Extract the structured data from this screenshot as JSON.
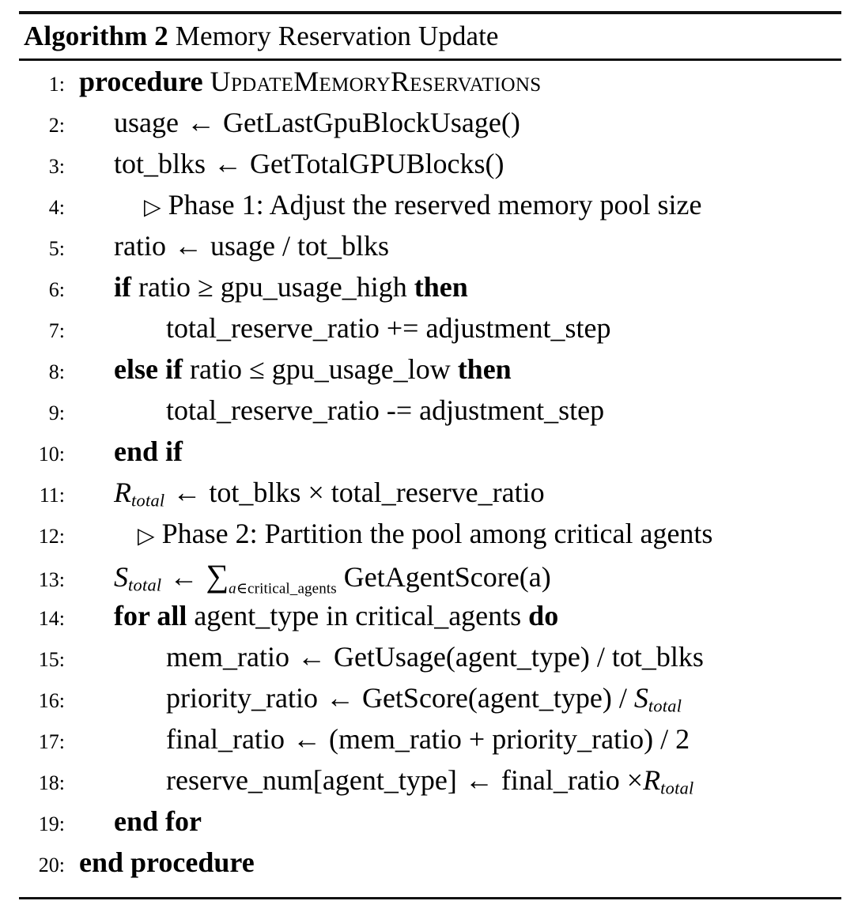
{
  "algorithm": {
    "keyword": "Algorithm",
    "number": "2",
    "title": "Memory Reservation Update",
    "lines": [
      {
        "n": "1:",
        "indent": 0,
        "text": "procedure UpdateMemoryReservations"
      },
      {
        "n": "2:",
        "indent": 1,
        "text": "usage ← GetLastGpuBlockUsage()"
      },
      {
        "n": "3:",
        "indent": 1,
        "text": "tot_blks ← GetTotalGPUBlocks()"
      },
      {
        "n": "4:",
        "indent": 2,
        "text": "▷ Phase 1: Adjust the reserved memory pool size"
      },
      {
        "n": "5:",
        "indent": 1,
        "text": "ratio ← usage / tot_blks"
      },
      {
        "n": "6:",
        "indent": 1,
        "text": "if ratio ≥ gpu_usage_high then"
      },
      {
        "n": "7:",
        "indent": 2,
        "text": "total_reserve_ratio += adjustment_step"
      },
      {
        "n": "8:",
        "indent": 1,
        "text": "else if ratio ≤ gpu_usage_low then"
      },
      {
        "n": "9:",
        "indent": 2,
        "text": "total_reserve_ratio -= adjustment_step"
      },
      {
        "n": "10:",
        "indent": 1,
        "text": "end if"
      },
      {
        "n": "11:",
        "indent": 1,
        "text": "R_total ← tot_blks × total_reserve_ratio"
      },
      {
        "n": "12:",
        "indent": 2,
        "text": "▷ Phase 2: Partition the pool among critical agents"
      },
      {
        "n": "13:",
        "indent": 1,
        "text": "S_total ← ∑ a∈critical_agents GetAgentScore(a)"
      },
      {
        "n": "14:",
        "indent": 1,
        "text": "for all agent_type in critical_agents do"
      },
      {
        "n": "15:",
        "indent": 2,
        "text": "mem_ratio ← GetUsage(agent_type) / tot_blks"
      },
      {
        "n": "16:",
        "indent": 2,
        "text": "priority_ratio ← GetScore(agent_type) / S_total"
      },
      {
        "n": "17:",
        "indent": 2,
        "text": "final_ratio ← (mem_ratio + priority_ratio) / 2"
      },
      {
        "n": "18:",
        "indent": 2,
        "text": "reserve_num[agent_type] ← final_ratio ×R_total"
      },
      {
        "n": "19:",
        "indent": 1,
        "text": "end for"
      },
      {
        "n": "20:",
        "indent": 0,
        "text": "end procedure"
      }
    ],
    "tokens": {
      "kw_procedure": "procedure",
      "proc_name": "UpdateMemoryReservations",
      "kw_if": "if",
      "kw_then": "then",
      "kw_else_if": "else if",
      "kw_end_if": "end if",
      "kw_for_all": "for all",
      "kw_do": "do",
      "kw_end_for": "end for",
      "kw_end_procedure": "end procedure",
      "assign_arrow": "←",
      "comment_marker": "▷",
      "ge": "≥",
      "le": "≤",
      "times": "×",
      "sum": "∑",
      "in": "∈",
      "l2_usage": "usage",
      "l2_call": "GetLastGpuBlockUsage()",
      "l3_var": "tot_blks",
      "l3_call": "GetTotalGPUBlocks()",
      "l4_comment": "Phase 1: Adjust the reserved memory pool size",
      "l5_var": "ratio",
      "l5_expr": "usage / tot_blks",
      "l6_cond": "ratio",
      "l6_rhs": "gpu_usage_high",
      "l7_expr": "total_reserve_ratio += adjustment_step",
      "l8_cond": "ratio",
      "l8_rhs": "gpu_usage_low",
      "l9_expr": "total_reserve_ratio -= adjustment_step",
      "l11_var": "R",
      "l11_sub": "total",
      "l11_expr": "tot_blks",
      "l11_expr2": "total_reserve_ratio",
      "l12_comment": "Phase 2: Partition the pool among critical agents",
      "l13_var": "S",
      "l13_sub": "total",
      "l13_sum_it": "a",
      "l13_sum_rest": "critical_agents",
      "l13_call": "GetAgentScore(a)",
      "l14_expr": "agent_type in critical_agents",
      "l15_var": "mem_ratio",
      "l15_expr": "GetUsage(agent_type) / tot_blks",
      "l16_var": "priority_ratio",
      "l16_expr": "GetScore(agent_type) /",
      "l16_sub_var": "S",
      "l16_sub": "total",
      "l17_var": "final_ratio",
      "l17_expr": "(mem_ratio + priority_ratio) / 2",
      "l18_var": "reserve_num[agent_type]",
      "l18_expr": "final_ratio",
      "l18_sub_var": "R",
      "l18_sub": "total"
    }
  }
}
